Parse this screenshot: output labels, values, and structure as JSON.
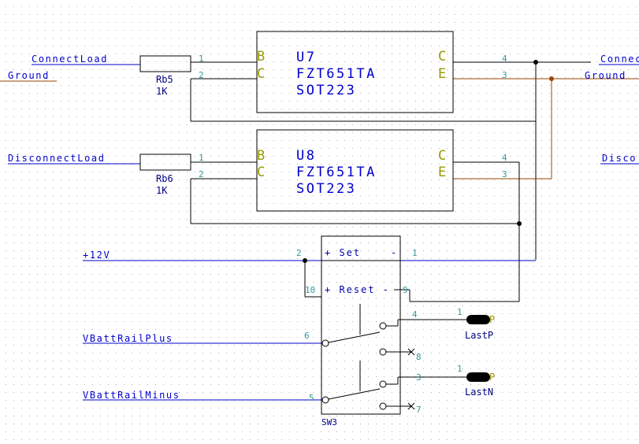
{
  "colors": {
    "background": "#ffffff",
    "grid_dot": "#b0b0b0",
    "wire": "#000000",
    "ground_wire": "#994400",
    "net_label": "#0000cc",
    "pin_number": "#339999",
    "pin_label": "#999900",
    "component_text": "#0000cc",
    "ref_text": "#000080"
  },
  "nets": {
    "connect_load": "ConnectLoad",
    "ground_left": "Ground",
    "connect_right": "Connec",
    "ground_right": "Ground",
    "disconnect_load": "DisconnectLoad",
    "disconnect_right": "Disco",
    "plus12v": "+12V",
    "vbatt_plus": "VBattRailPlus",
    "vbatt_minus": "VBattRailMinus"
  },
  "resistors": [
    {
      "ref": "Rb5",
      "value": "1K",
      "pin1": "1",
      "pin2": "2"
    },
    {
      "ref": "Rb6",
      "value": "1K",
      "pin1": "1",
      "pin2": "2"
    }
  ],
  "transistors": [
    {
      "ref": "U7",
      "part": "FZT651TA",
      "package": "SOT223",
      "pin_b": "B",
      "pin_c_left": "C",
      "pin_c_right": "C",
      "pin_e": "E",
      "pin_4": "4",
      "pin_3": "3"
    },
    {
      "ref": "U8",
      "part": "FZT651TA",
      "package": "SOT223",
      "pin_b": "B",
      "pin_c_left": "C",
      "pin_c_right": "C",
      "pin_e": "E",
      "pin_4": "4",
      "pin_3": "3"
    }
  ],
  "switch": {
    "ref": "SW3",
    "set_label": "+ Set",
    "set_minus": "-",
    "reset_label": "+ Reset -",
    "pins": {
      "p1": "1",
      "p2": "2",
      "p3": "3",
      "p4": "4",
      "p5": "5",
      "p6": "6",
      "p7": "7",
      "p8": "8",
      "p9": "9",
      "p10": "10"
    }
  },
  "connectors": [
    {
      "ref": "LastP",
      "pin": "1",
      "mark": "P"
    },
    {
      "ref": "LastN",
      "pin": "1",
      "mark": "P"
    }
  ],
  "icons": [
    "grid",
    "resistor",
    "ic-box",
    "switch",
    "junction-dot",
    "no-connect-x",
    "connector-pin"
  ]
}
